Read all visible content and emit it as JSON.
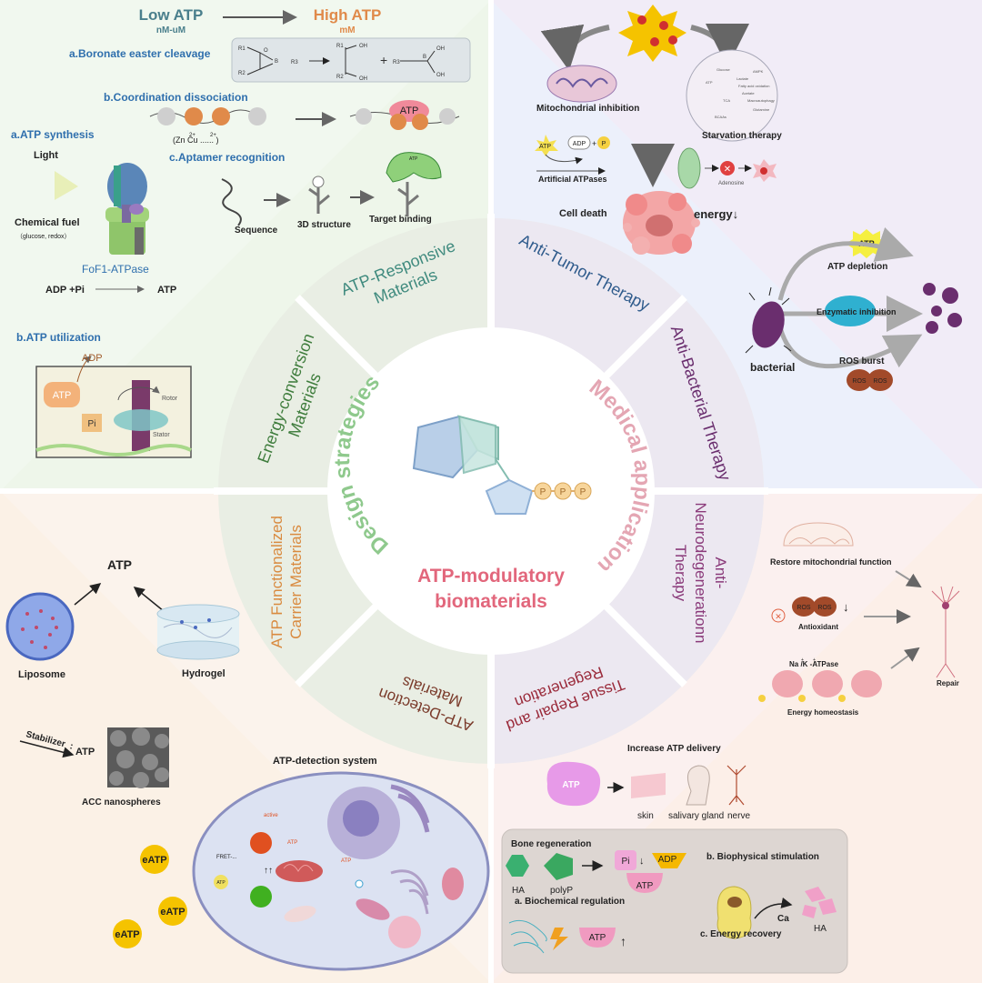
{
  "colors": {
    "design": "#8fc98d",
    "medical": "#e4a6b3",
    "center_title": "#e2677c",
    "teal": "#3f8a7e",
    "green": "#3f7d3d",
    "navy": "#2f5b8c",
    "purple": "#6a2e6e",
    "orange": "#d98a3f",
    "brown": "#7a3a2a",
    "blue_label": "#2f6fad"
  },
  "center": {
    "left_arc": "Design strategies",
    "right_arc": "Medical application",
    "title_line1": "ATP-modulatory",
    "title_line2": "biomaterials",
    "p_labels": [
      "P",
      "P",
      "P"
    ]
  },
  "segments": {
    "atp_responsive": [
      "ATP-Responsive",
      "Materials"
    ],
    "energy_conversion": [
      "Energy-conversion",
      "Materials"
    ],
    "carrier": [
      "ATP Functionalized",
      "Carrier Materials"
    ],
    "detection": [
      "ATP-Detection",
      "Materials"
    ],
    "anti_tumor": "Anti-Tumor Therapy",
    "anti_bacterial": "Anti-Bacterial Therapy",
    "neuro": [
      "Anti-",
      "Neurodegenerationn",
      "Therapy"
    ],
    "tissue": [
      "Tissue Repair and",
      "Regeneration"
    ]
  },
  "top_left": {
    "low_atp": "Low ATP",
    "low_unit": "nM-uM",
    "high_atp": "High ATP",
    "high_unit": "mM",
    "boronate": "a.Boronate easter cleavage",
    "chem": {
      "r1": "R1",
      "r2": "R2",
      "r3": "R3",
      "oh": "OH",
      "o": "O",
      "b": "B",
      "plus": "+"
    },
    "coordination": "b.Coordination dissociation",
    "ions": "(Zn  Cu   ......  )",
    "ion_sup1": "2+",
    "ion_sup2": "2+",
    "atp": "ATP",
    "aptamer": "c.Aptamer recognition",
    "sequence": "Sequence",
    "structure3d": "3D structure",
    "target": "Target binding",
    "atp_small": "ATP"
  },
  "left_mid": {
    "synthesis": "a.ATP synthesis",
    "light": "Light",
    "fuel": "Chemical fuel",
    "fuel_sub": "（glucose, redox）",
    "fof1": "FoF1-ATPase",
    "adp_pi": "ADP +Pi",
    "atp": "ATP",
    "utilization": "b.ATP utilization",
    "adp": "ADP",
    "atp2": "ATP",
    "pi": "Pi",
    "rotor": "Rotor",
    "stator": "Stator"
  },
  "top_right": {
    "mito": "Mitochondrial inhibition",
    "starvation": "Starvation therapy",
    "artificial": "Artificial ATPases",
    "adp": "ADP",
    "p": "P",
    "atp": "ATP",
    "plus": "+",
    "adenosine": "Adenosine",
    "cell_death": "Cell death",
    "energy": "energy↓",
    "glyco": [
      "Glucose",
      "Lactate",
      "AMPK",
      "Fatty acid oxidation",
      "Acetate",
      "Macroautophagy",
      "Glutamine",
      "BCAAs",
      "TCA",
      "ATP"
    ]
  },
  "right_mid": {
    "atp_depletion": "ATP depletion",
    "atp": "ATP",
    "enzymatic": "Enzymatic inhibition",
    "ros_burst": "ROS burst",
    "ros": "ROS",
    "bacterial": "bacterial"
  },
  "right_lower": {
    "restore": "Restore mitochondrial function",
    "ros": "ROS",
    "antioxidant": "Antioxidant",
    "pump": "Na /K -ATPase",
    "pump_sup": "+",
    "homeostasis": "Energy homeostasis",
    "repair": "Repair",
    "down": "↓"
  },
  "left_lower": {
    "atp": "ATP",
    "liposome": "Liposome",
    "hydrogel": "Hydrogel",
    "stabilizer": "Stabilizer",
    "colon": ":",
    "atp2": "ATP",
    "acc": "ACC nanospheres"
  },
  "bottom_left": {
    "title": "ATP-detection system",
    "eatp": "eATP",
    "active": "active",
    "atp": "ATP",
    "fret": "FRET-...",
    "atp_small": "ATP"
  },
  "bottom_right": {
    "increase": "Increase ATP delivery",
    "atp": "ATP",
    "skin": "skin",
    "salivary": "salivary gland",
    "nerve": "nerve",
    "bone": "Bone regeneration",
    "ha": "HA",
    "polyp": "polyP",
    "pi": "Pi",
    "adp": "ADP",
    "atp2": "ATP",
    "biophysical": "b. Biophysical stimulation",
    "biochemical": "a. Biochemical regulation",
    "ca": "Ca",
    "energy_recovery": "c. Energy recovery",
    "ha2": "HA",
    "atp3": "ATP",
    "up": "↑",
    "down": "↓"
  }
}
